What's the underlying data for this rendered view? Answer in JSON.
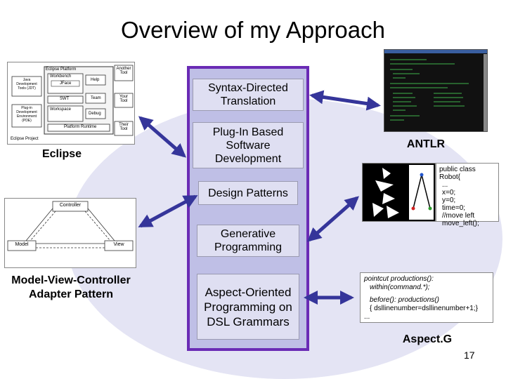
{
  "title": "Overview of my Approach",
  "center": {
    "syntax": "Syntax-Directed Translation",
    "plugin": "Plug-In Based Software Development",
    "patterns": "Design Patterns",
    "generative": "Generative Programming",
    "aspect": "Aspect-Oriented Programming on DSL Grammars"
  },
  "labels": {
    "eclipse": "Eclipse",
    "antlr": "ANTLR",
    "mvc_line1": "Model-View-Controller",
    "mvc_line2": "Adapter Pattern",
    "aspectg": "Aspect.G"
  },
  "eclipse_diagram": {
    "platform": "Eclipse Platform",
    "workbench": "Workbench",
    "jface": "JFace",
    "swt": "SWT",
    "workspace": "Workspace",
    "runtime": "Platform Runtime",
    "help": "Help",
    "team": "Team",
    "debug": "Debug",
    "another": "Another Tool",
    "your": "Your Tool",
    "their": "Their Tool",
    "jdt": "Java Development Tools (JDT)",
    "pde": "Plug-in Development Environment (PDE)",
    "project": "Eclipse Project"
  },
  "mvc_diagram": {
    "controller": "Controller",
    "model": "Model",
    "view": "View"
  },
  "robot_code": [
    "public class Robot{",
    "...",
    "x=0;",
    "y=0;",
    "time=0;",
    "//move left",
    "move_left();"
  ],
  "aspect_code": {
    "l1": "pointcut productions():",
    "l2": "within(command.*);",
    "l3": "before(): productions()",
    "l4": "{ dsllinenumber=dsllinenumber+1;}",
    "l5": "..."
  },
  "page_number": "17"
}
